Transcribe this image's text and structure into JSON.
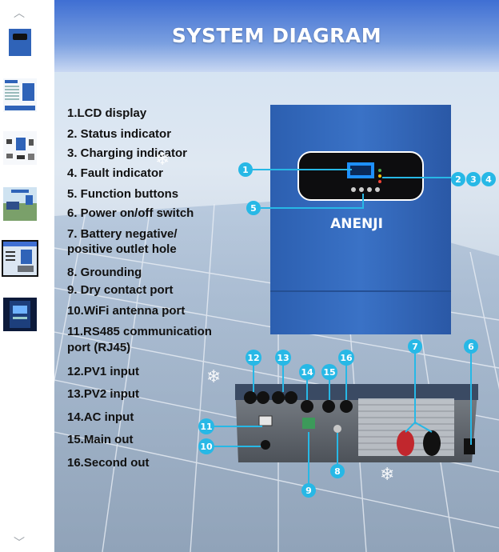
{
  "banner": {
    "title": "SYSTEM DIAGRAM"
  },
  "brand": {
    "logo_text": "ANENJI"
  },
  "features": [
    "1.LCD display",
    "2. Status indicator",
    "3. Charging indicator",
    "4. Fault indicator",
    "5. Function buttons",
    "6. Power on/off switch",
    "7. Battery negative/",
    "positive outlet hole",
    "8. Grounding",
    "9. Dry contact port",
    "10.WiFi antenna port",
    "11.RS485 communication",
    "port (RJ45)",
    "12.PV1 input",
    "13.PV2 input",
    "14.AC input",
    "15.Main out",
    "16.Second out"
  ],
  "callouts": [
    "1",
    "2",
    "3",
    "4",
    "5",
    "6",
    "7",
    "8",
    "9",
    "10",
    "11",
    "12",
    "13",
    "14",
    "15",
    "16"
  ],
  "colors": {
    "callout": "#27b8e6",
    "device": "#2f63b8",
    "banner": "#3f6fd3"
  },
  "nav": {
    "up_icon": "chevron-up-icon",
    "down_icon": "chevron-down-icon"
  }
}
